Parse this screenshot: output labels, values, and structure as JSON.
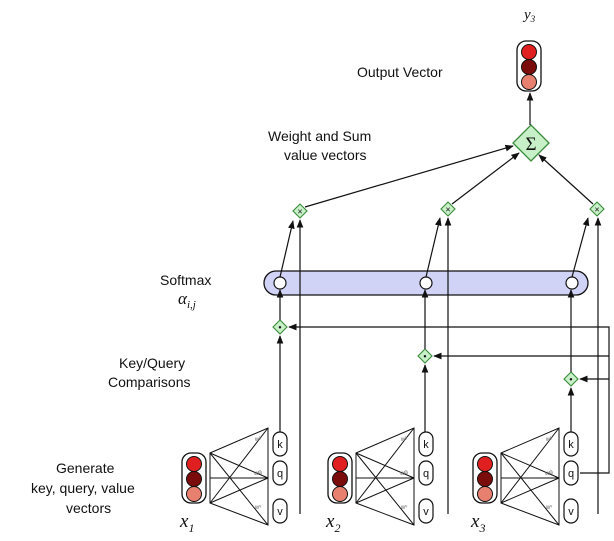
{
  "labels": {
    "output_var": "y",
    "output_sub": "3",
    "output_vector": "Output Vector",
    "weight_sum_1": "Weight and Sum",
    "weight_sum_2": "value vectors",
    "softmax": "Softmax",
    "alpha": "α",
    "alpha_sub": "i,j",
    "keyquery_1": "Key/Query",
    "keyquery_2": "Comparisons",
    "generate_1": "Generate",
    "generate_2": "key, query, value",
    "generate_3": "vectors",
    "sum_symbol": "Σ",
    "dot_symbol": "•",
    "times_symbol": "×"
  },
  "inputs": [
    {
      "var": "x",
      "sub": "1",
      "k": "k",
      "q": "q",
      "v": "v",
      "wk": "wᵏ",
      "wq": "wᑫ",
      "wv": "wᵛ"
    },
    {
      "var": "x",
      "sub": "2",
      "k": "k",
      "q": "q",
      "v": "v",
      "wk": "wᵏ",
      "wq": "wᑫ",
      "wv": "wᵛ"
    },
    {
      "var": "x",
      "sub": "3",
      "k": "k",
      "q": "q",
      "v": "v",
      "wk": "wᵏ",
      "wq": "wᑫ",
      "wv": "wᵛ"
    }
  ],
  "colors": {
    "bead_top": "#e02020",
    "bead_mid": "#7a0c0c",
    "bead_bottom": "#e88070",
    "node_fill": "#c8f0c8",
    "node_stroke": "#3a8a3a",
    "softmax_fill": "#d0d2f6",
    "stroke": "#111111"
  }
}
